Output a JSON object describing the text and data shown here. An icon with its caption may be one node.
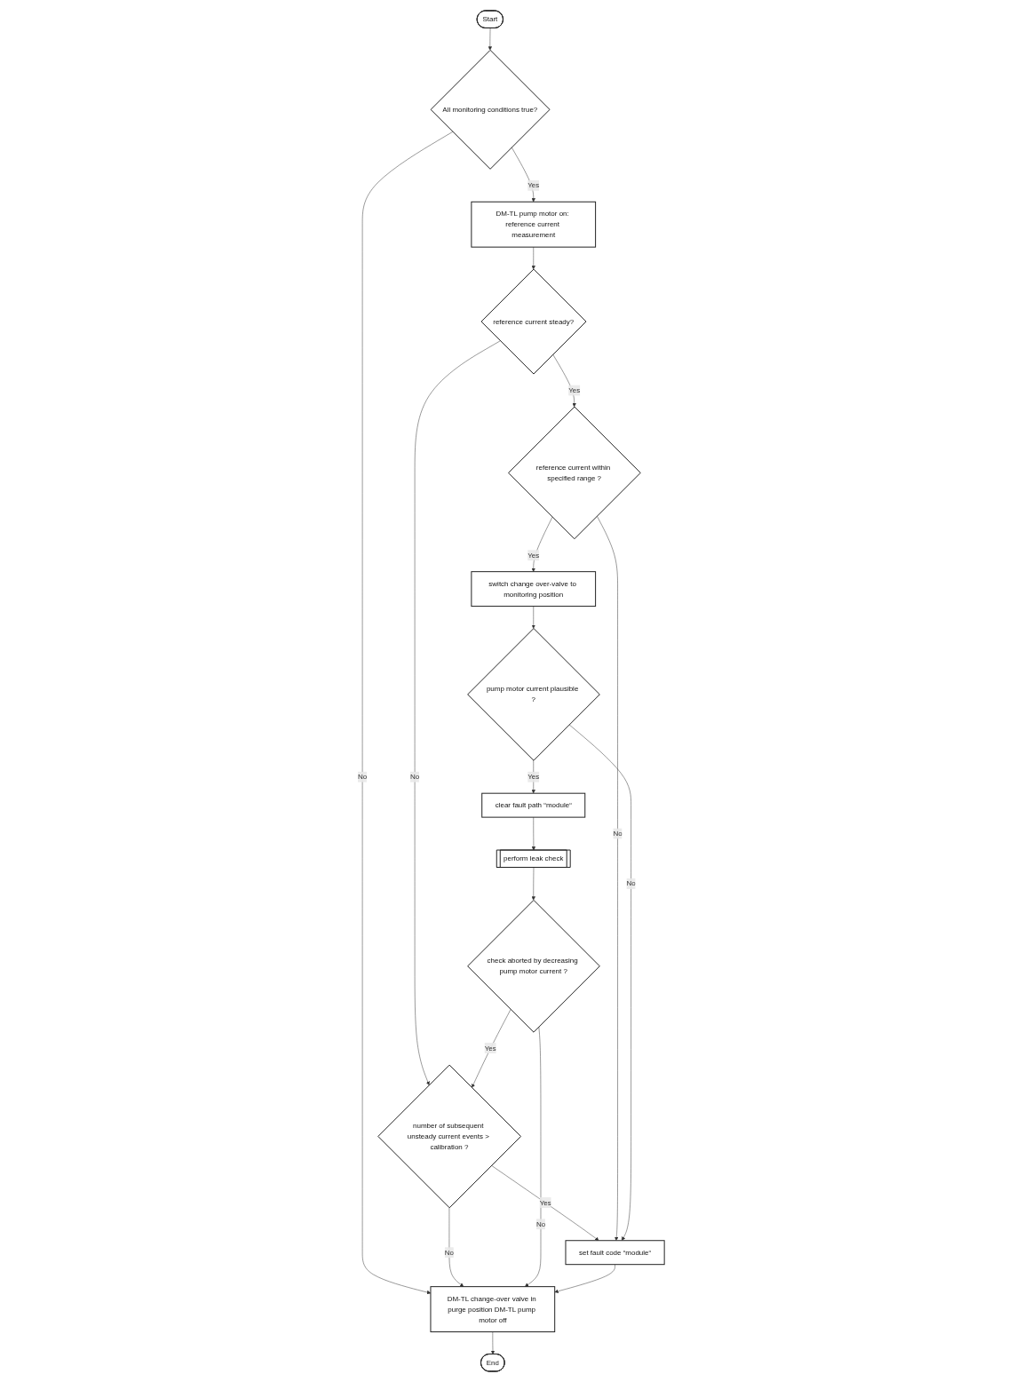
{
  "diagram": {
    "nodes": [
      {
        "text": [
          "Start"
        ]
      },
      {
        "text": [
          "All monitoring conditions true?"
        ]
      },
      {
        "text": [
          "DM-TL pump motor on: reference current measurement"
        ]
      },
      {
        "text": [
          "reference current steady?"
        ]
      },
      {
        "text": [
          "number of subsequent unsteady current events > calibration ?"
        ]
      },
      {
        "text": [
          "set fault code “module“"
        ]
      },
      {
        "text": [
          "reference current within specified range ?"
        ]
      },
      {
        "text": [
          "switch change over-valve to monitoring position"
        ]
      },
      {
        "text": [
          "pump motor current plausible ?"
        ]
      },
      {
        "text": [
          "clear fault path “module“"
        ]
      },
      {
        "text": [
          "perform leak check"
        ]
      },
      {
        "text": [
          "check aborted by decreasing pump motor current ?"
        ]
      },
      {
        "text": [
          "DM-TL change-over valve in purge position DM-TL pump motor off"
        ]
      },
      {
        "text": [
          "End"
        ]
      }
    ],
    "edges": [
      {
        "from": 0,
        "to": 1,
        "arrow": "to"
      },
      {
        "from": 1,
        "to": 2,
        "arrow": "to",
        "label": "Yes"
      },
      {
        "from": 1,
        "to": 12,
        "arrow": "to",
        "label": "No"
      },
      {
        "from": 2,
        "to": 3,
        "arrow": "to"
      },
      {
        "from": 3,
        "to": 6,
        "arrow": "to",
        "label": "Yes"
      },
      {
        "from": 3,
        "to": 4,
        "arrow": "to",
        "label": "No"
      },
      {
        "from": 4,
        "to": 12,
        "arrow": "to",
        "label": "No"
      },
      {
        "from": 4,
        "to": 5,
        "arrow": "to",
        "label": "Yes"
      },
      {
        "from": 6,
        "to": 5,
        "arrow": "to",
        "label": "No"
      },
      {
        "from": 6,
        "to": 7,
        "arrow": "to",
        "label": "Yes"
      },
      {
        "from": 7,
        "to": 8,
        "arrow": "to"
      },
      {
        "from": 8,
        "to": 5,
        "arrow": "to",
        "label": "No"
      },
      {
        "from": 8,
        "to": 9,
        "arrow": "to",
        "label": "Yes"
      },
      {
        "from": 9,
        "to": 10,
        "arrow": "to"
      },
      {
        "from": 10,
        "to": 11,
        "arrow": "to"
      },
      {
        "from": 11,
        "to": 4,
        "arrow": "to",
        "label": "Yes"
      },
      {
        "from": 11,
        "to": 12,
        "arrow": "to",
        "label": "No"
      },
      {
        "from": 5,
        "to": 12,
        "arrow": "to"
      },
      {
        "from": 12,
        "to": 13,
        "arrow": "to"
      }
    ]
  }
}
